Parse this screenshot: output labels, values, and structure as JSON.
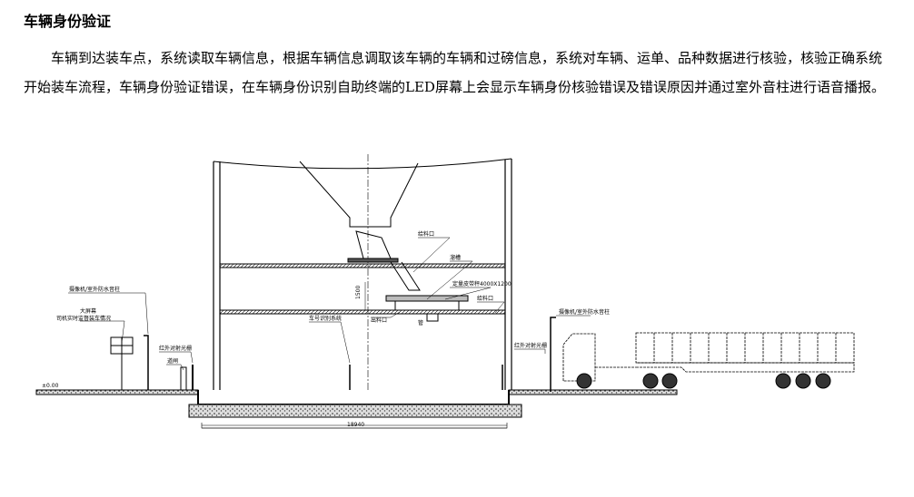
{
  "title": "车辆身份验证",
  "paragraph": "车辆到达装车点，系统读取车辆信息，根据车辆信息调取该车辆的车辆和过磅信息，系统对车辆、运单、品种数据进行核验，核验正确系统开始装车流程，车辆身份验证错误，在车辆身份识别自助终端的LED屏幕上会显示车辆身份核验错误及错误原因并通过室外音柱进行语音播报。",
  "diagram": {
    "labels": {
      "camera_left": "摄像机/室外防水音柱",
      "screen": "大屏幕",
      "screen_desc": "司机实时监督装车情况",
      "infrared_left": "红外对射光栅",
      "gate": "道闸",
      "plate_recog": "车号识别系统",
      "feeder": "给料口",
      "chute": "溜槽",
      "belt": "定量皮带秤4000X1200",
      "hopper_out": "出料口",
      "hopper_out2": "给料口",
      "pipe": "管",
      "camera_right": "摄像机/室外防水音柱",
      "infrared_right": "红外对射光栅",
      "elev": "±0.00",
      "height_dim": "1500",
      "width_dim": "18940"
    }
  }
}
